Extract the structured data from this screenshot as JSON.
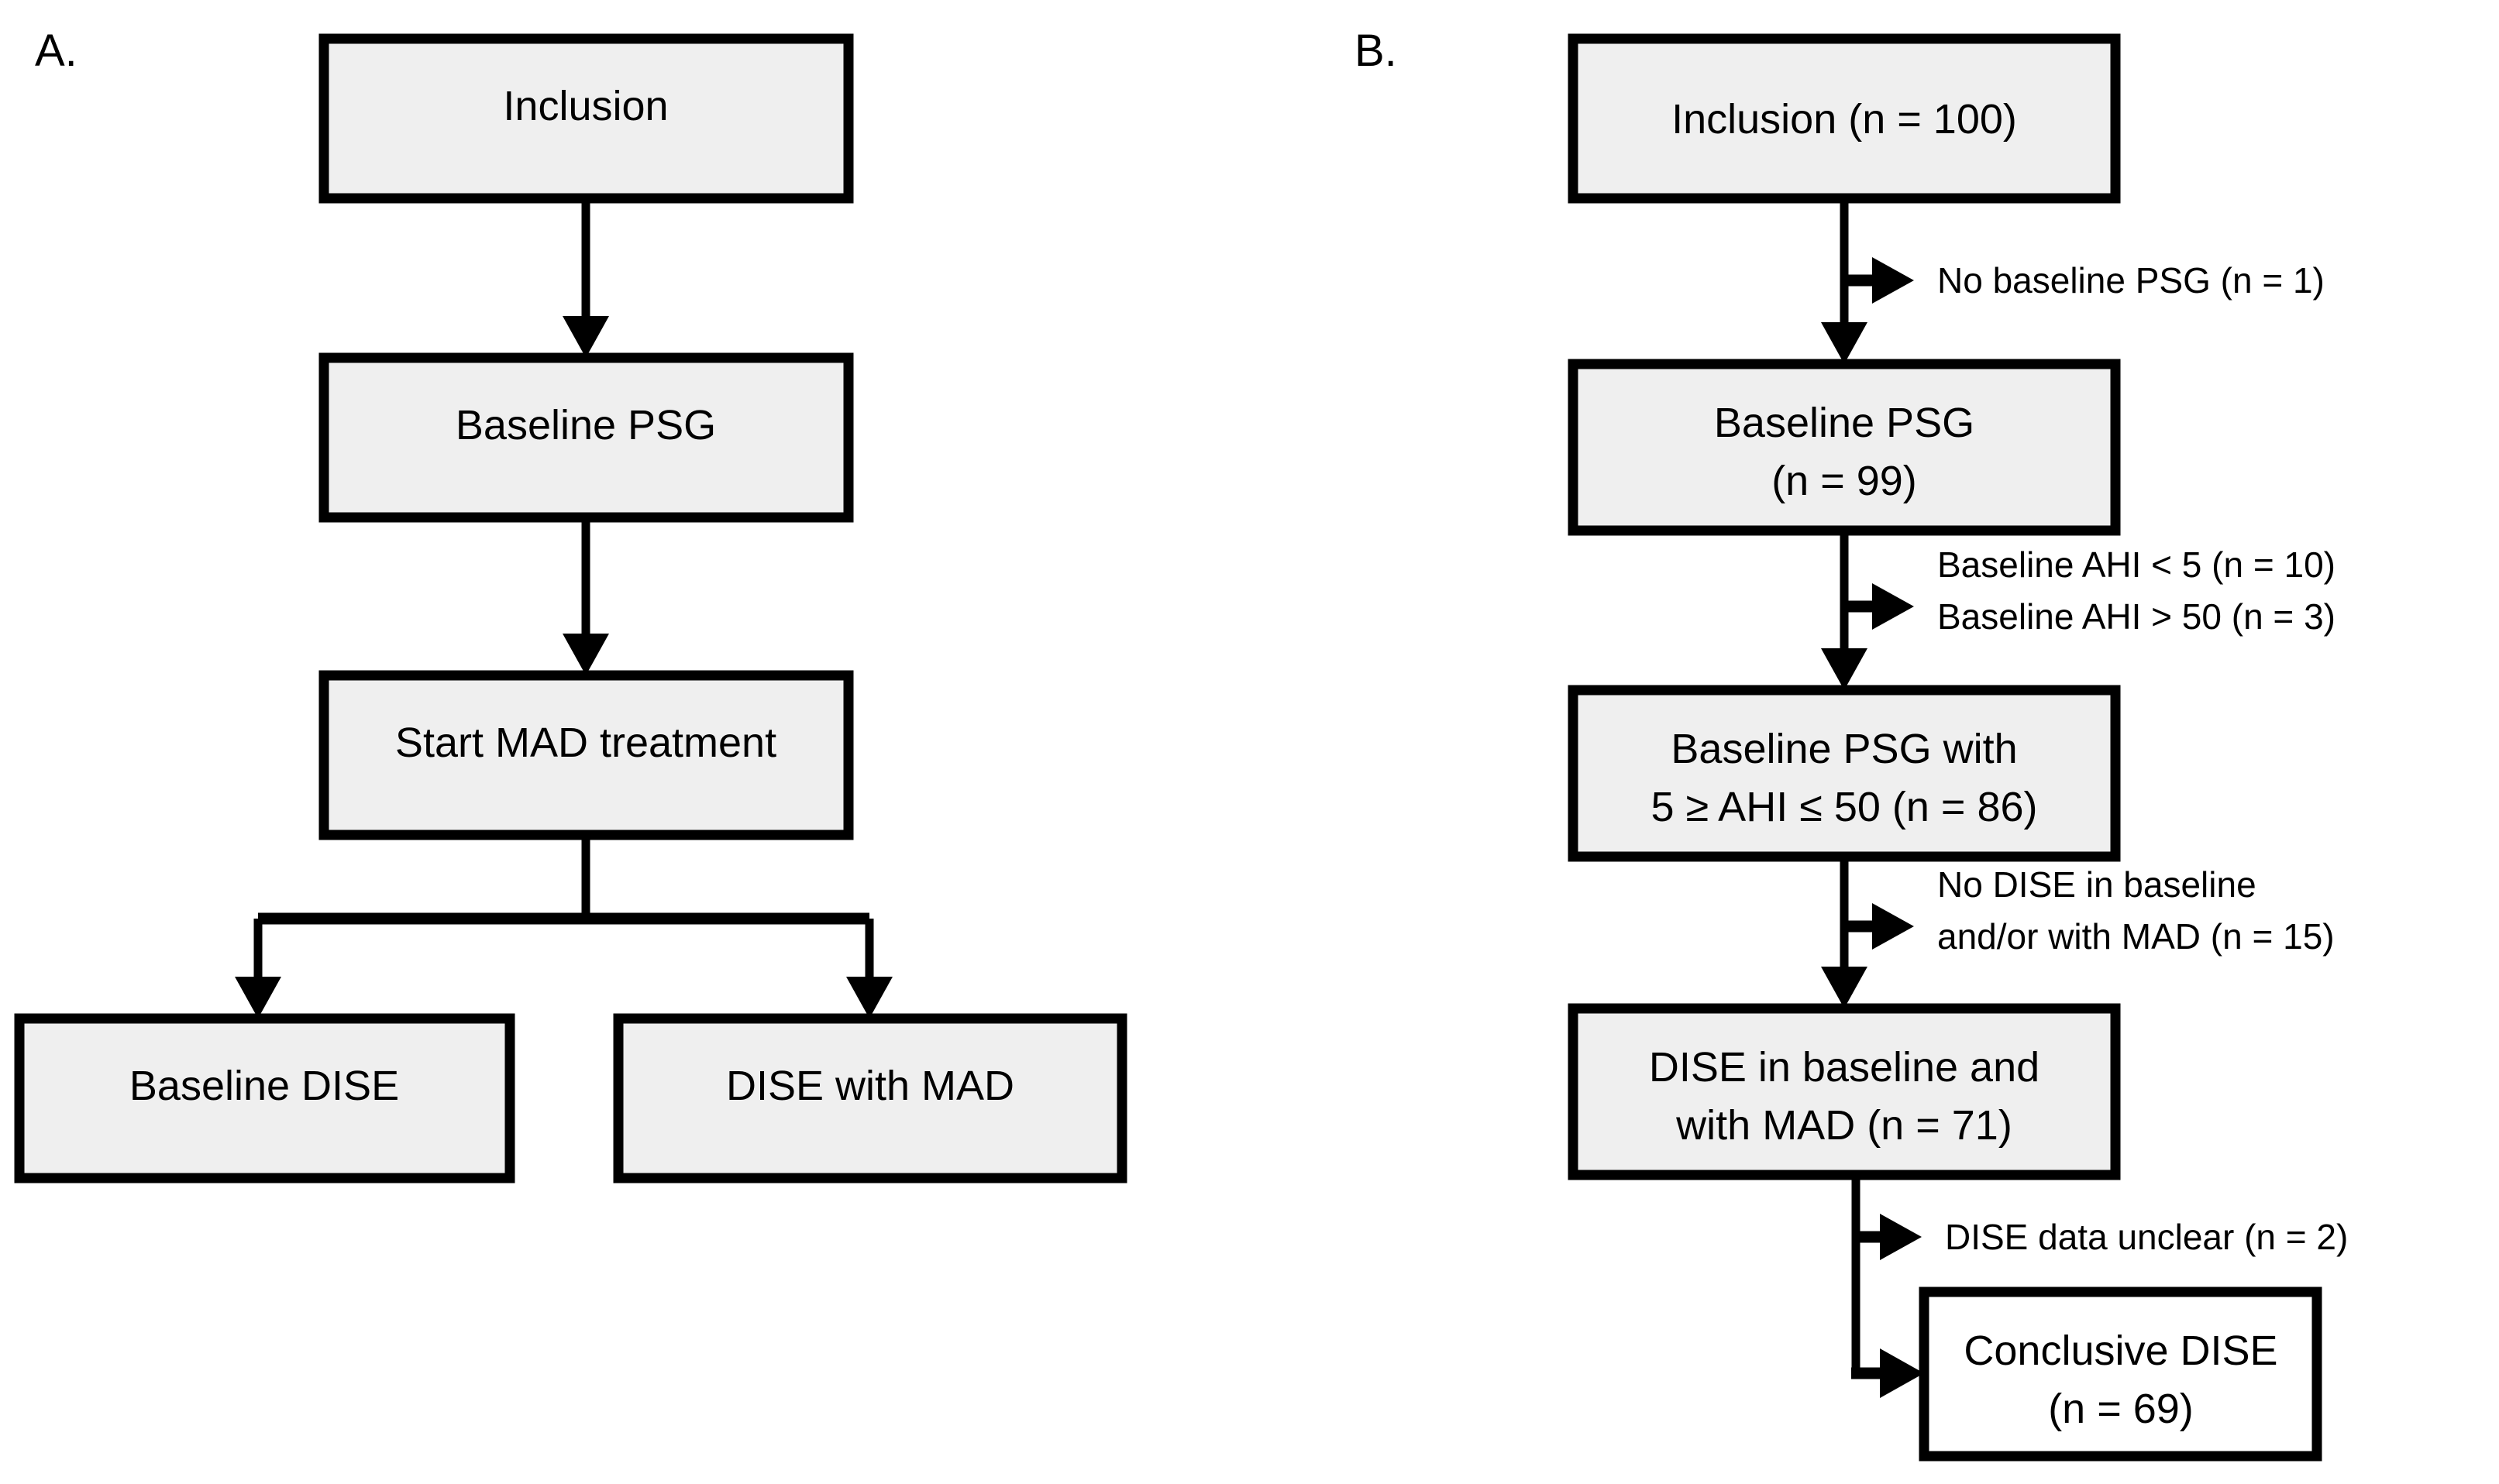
{
  "figure": {
    "background_color": "#ffffff",
    "box_fill_gray": "#efefef",
    "box_fill_white": "#ffffff",
    "stroke_color": "#000000"
  },
  "panel_a": {
    "letter": "A.",
    "boxes": [
      {
        "id": "inclusion",
        "label": "Inclusion",
        "fill": "gray"
      },
      {
        "id": "baseline-psg",
        "label": "Baseline PSG",
        "fill": "gray"
      },
      {
        "id": "start-mad-treatment",
        "label": "Start MAD treatment",
        "fill": "gray"
      },
      {
        "id": "baseline-dise",
        "label": "Baseline DISE",
        "fill": "gray"
      },
      {
        "id": "dise-with-mad",
        "label": "DISE with MAD",
        "fill": "gray"
      }
    ]
  },
  "panel_b": {
    "letter": "B.",
    "boxes": [
      {
        "id": "inclusion",
        "line1": "Inclusion (n = 100)",
        "line2": "",
        "fill": "gray"
      },
      {
        "id": "baseline-psg",
        "line1": "Baseline PSG",
        "line2": "(n = 99)",
        "fill": "gray"
      },
      {
        "id": "baseline-psg-ahi",
        "line1": "Baseline PSG with",
        "line2": "5 ≥ AHI ≤ 50 (n = 86)",
        "fill": "gray"
      },
      {
        "id": "dise-baseline-mad",
        "line1": "DISE in baseline and",
        "line2": "with MAD (n = 71)",
        "fill": "gray"
      },
      {
        "id": "conclusive-dise",
        "line1": "Conclusive DISE",
        "line2": "(n = 69)",
        "fill": "white"
      }
    ],
    "exclusions": [
      {
        "id": "no-baseline-psg",
        "line1": "No baseline PSG (n = 1)",
        "line2": ""
      },
      {
        "id": "ahi-out-of-range",
        "line1": "Baseline AHI < 5 (n = 10)",
        "line2": "Baseline AHI > 50 (n = 3)"
      },
      {
        "id": "no-dise",
        "line1": "No DISE in baseline",
        "line2": "and/or with MAD (n = 15)"
      },
      {
        "id": "dise-data-unclear",
        "line1": "DISE data unclear (n = 2)",
        "line2": ""
      }
    ]
  },
  "chart_data": {
    "type": "flowchart",
    "title": "",
    "panels": [
      {
        "name": "A",
        "label": "A.",
        "description": "Study design flow",
        "nodes": [
          "Inclusion",
          "Baseline PSG",
          "Start MAD treatment",
          "Baseline DISE",
          "DISE with MAD"
        ],
        "edges": [
          {
            "from": "Inclusion",
            "to": "Baseline PSG"
          },
          {
            "from": "Baseline PSG",
            "to": "Start MAD treatment"
          },
          {
            "from": "Start MAD treatment",
            "to": "Baseline DISE"
          },
          {
            "from": "Start MAD treatment",
            "to": "DISE with MAD"
          }
        ]
      },
      {
        "name": "B",
        "label": "B.",
        "description": "Patient flow with counts",
        "nodes": [
          {
            "label": "Inclusion (n = 100)",
            "n": 100
          },
          {
            "label": "Baseline PSG (n = 99)",
            "n": 99
          },
          {
            "label": "Baseline PSG with 5 ≥ AHI ≤ 50 (n = 86)",
            "n": 86
          },
          {
            "label": "DISE in baseline and with MAD (n = 71)",
            "n": 71
          },
          {
            "label": "Conclusive DISE (n = 69)",
            "n": 69
          }
        ],
        "exclusions": [
          {
            "label": "No baseline PSG (n = 1)",
            "n": 1
          },
          {
            "label": "Baseline AHI < 5 (n = 10)",
            "n": 10
          },
          {
            "label": "Baseline AHI > 50 (n = 3)",
            "n": 3
          },
          {
            "label": "No DISE in baseline and/or with MAD (n = 15)",
            "n": 15
          },
          {
            "label": "DISE data unclear (n = 2)",
            "n": 2
          }
        ]
      }
    ]
  }
}
